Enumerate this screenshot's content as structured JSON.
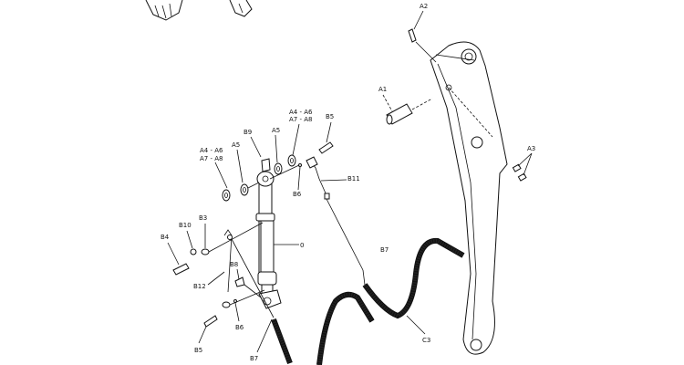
{
  "diagram": {
    "labels": {
      "a2": "A2",
      "a1": "A1",
      "a3": "A3",
      "b9": "B9",
      "a5_top": "A5",
      "a4a6_top": "A4 - A6",
      "a7a8_top": "A7 - A8",
      "b5_top": "B5",
      "b11": "B11",
      "b6_top": "B6",
      "a4a6_left": "A4 - A6",
      "a7a8_left": "A7 - A8",
      "a5_left": "A5",
      "cyl": "0",
      "b10": "B10",
      "b3": "B3",
      "b4": "B4",
      "b8": "B8",
      "b12": "B12",
      "b6_bottom": "B6",
      "b5_bottom": "B5",
      "b7_bottom": "B7",
      "b7_right": "B7",
      "c3": "C3"
    }
  }
}
